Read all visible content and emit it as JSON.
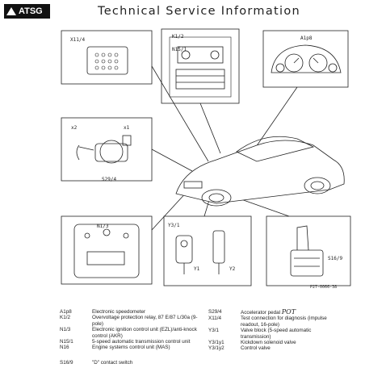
{
  "header": {
    "logo_text": "ATSG",
    "title": "Technical Service Information"
  },
  "diagram": {
    "panels": {
      "connector": "X11/4",
      "engine_bay_codes": [
        "K1/2",
        "N15/1"
      ],
      "speedometer": "A1p8",
      "accelerator": [
        "x2",
        "x1",
        "S29/4"
      ],
      "ignition_unit": "N1/3",
      "valve_block": [
        "Y3/1",
        "Y1",
        "Y2"
      ],
      "shifter": "S16/9"
    },
    "figure_number": "P27-0066-38"
  },
  "legend": {
    "left": [
      {
        "code": "A1p8",
        "desc": "Electronic speedometer"
      },
      {
        "code": "K1/2",
        "desc": "Overvoltage protection relay, 87 E/87 L/30a (9-pole)"
      },
      {
        "code": "N1/3",
        "desc": "Electronic ignition control unit (EZL)/anti-knock control (AKR)"
      },
      {
        "code": "N15/1",
        "desc": "5-speed automatic transmission control unit"
      },
      {
        "code": "N16",
        "desc": "Engine systems control unit (MAS)"
      }
    ],
    "right": [
      {
        "code": "S29/4",
        "desc": "Accelerator pedal",
        "handwritten": "POT"
      },
      {
        "code": "X11/4",
        "desc": "Test connection for diagnosis (impulse readout, 16-pole)"
      },
      {
        "code": "Y3/1",
        "desc": "Valve block (5-speed automatic transmission)"
      },
      {
        "code": "Y3/1y1",
        "desc": "Kickdown solenoid valve"
      },
      {
        "code": "Y3/1y2",
        "desc": "Control valve"
      }
    ],
    "extra": [
      {
        "code": "S16/9",
        "desc": "\"D\" contact switch"
      }
    ]
  }
}
